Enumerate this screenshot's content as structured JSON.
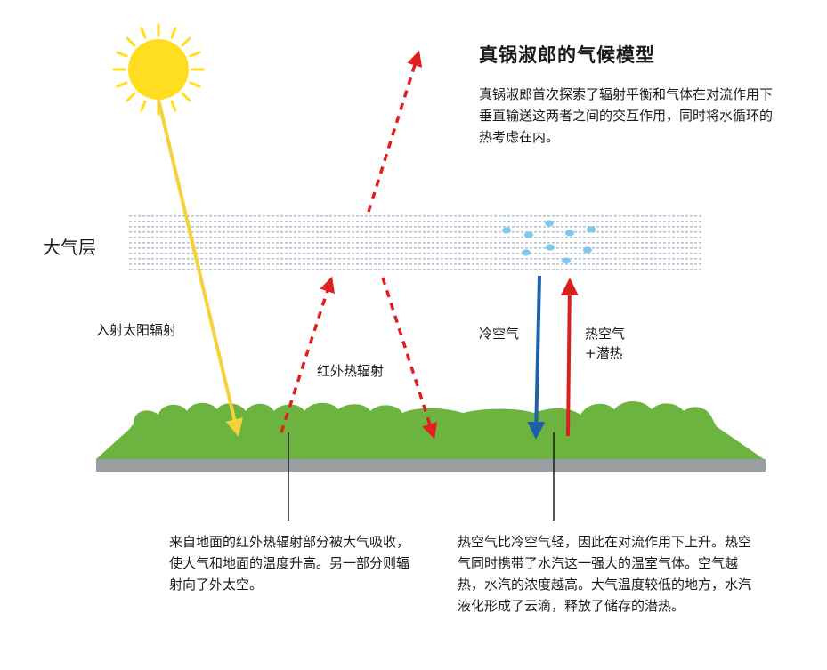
{
  "title": "真锅淑郎的气候模型",
  "intro": "真锅淑郎首次探索了辐射平衡和气体在对流作用下垂直输送这两者之间的交互作用，同时将水循环的热考虑在内。",
  "atmosphere_label": "大气层",
  "labels": {
    "incoming_solar": "入射太阳辐射",
    "infrared": "红外热辐射",
    "cold_air": "冷空气",
    "hot_air_line1": "热空气",
    "hot_air_line2": "+潜热"
  },
  "notes": {
    "left": "来自地面的红外热辐射部分被大气吸收，使大气和地面的温度升高。另一部分则辐射向了外太空。",
    "right": "热空气比冷空气轻，因此在对流作用下上升。热空气同时携带了水汽这一强大的温室气体。空气越热，水汽的浓度越高。大气温度较低的地方，水汽液化形成了云滴，释放了储存的潜热。"
  },
  "icons": [
    "sun-icon",
    "cloud-droplets-icon"
  ],
  "colors": {
    "sun": "#FFDD1F",
    "solar_arrow": "#F5D23A",
    "infrared_arrow": "#E02020",
    "cold_air_arrow": "#1F5FA8",
    "hot_air_arrow": "#D92020",
    "atmosphere_dots": "#B9C3CE",
    "droplets": "#7EC8EE",
    "grass": "#6DB33F",
    "ground": "#9A9DA1"
  }
}
